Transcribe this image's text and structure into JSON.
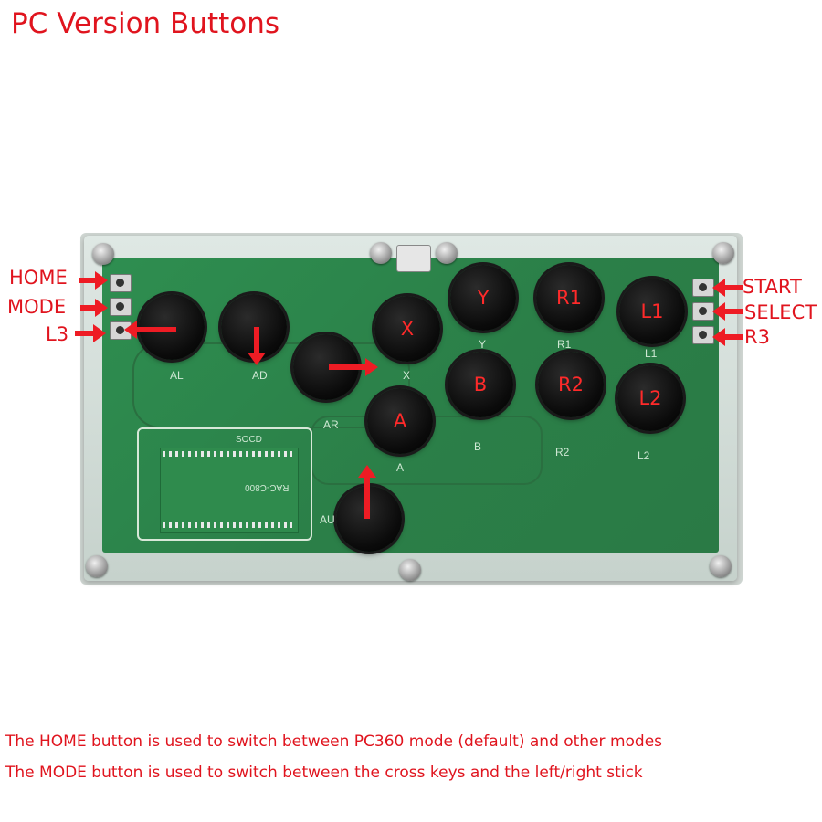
{
  "title": "PC Version Buttons",
  "side_labels": {
    "home": "HOME",
    "mode": "MODE",
    "l3": "L3",
    "start": "START",
    "select": "SELECT",
    "r3": "R3"
  },
  "buttons": {
    "x": "X",
    "y": "Y",
    "r1": "R1",
    "l1": "L1",
    "b": "B",
    "r2": "R2",
    "l2": "L2",
    "a": "A"
  },
  "pcb_labels": {
    "al": "AL",
    "ad": "AD",
    "ar": "AR",
    "x": "X",
    "y": "Y",
    "r1": "R1",
    "l1": "L1",
    "b": "B",
    "r2": "R2",
    "l2": "L2",
    "a": "A",
    "au": "AU",
    "socd": "SOCD",
    "module": "RAC-C800"
  },
  "captions": {
    "line1": "The HOME button is used to switch between PC360 mode (default) and other modes",
    "line2": "The MODE button is used to switch between the cross keys and the left/right stick"
  },
  "colors": {
    "accent_red": "#e0141e",
    "pcb_green": "#2e8e50"
  }
}
